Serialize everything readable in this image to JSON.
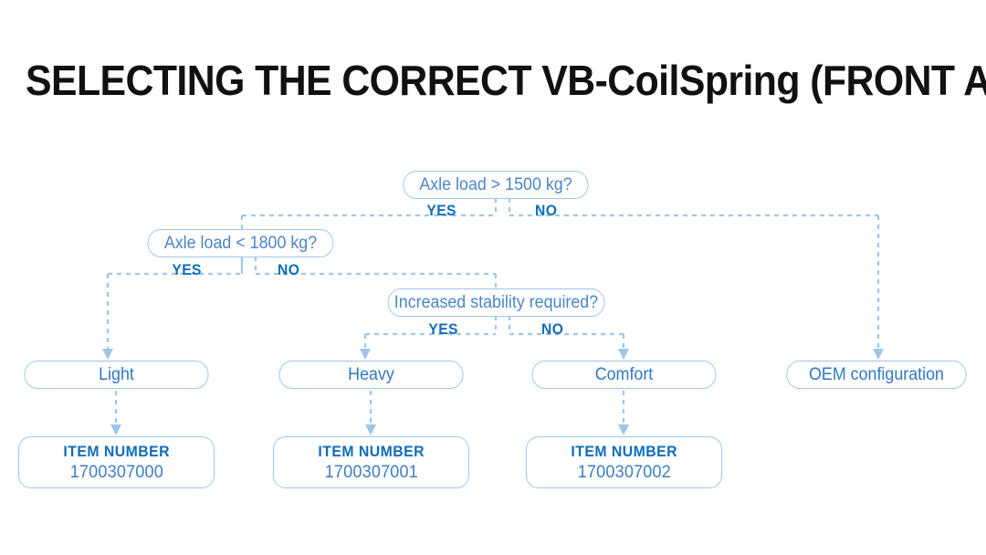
{
  "page": {
    "title": "SELECTING THE CORRECT VB-CoilSpring (FRONT AXLE)",
    "background_color": "#ffffff",
    "line_color": "#9ec6e8",
    "border_color": "#9ec6e8",
    "question_text_color": "#4a86c8",
    "result_text_color": "#2f78c4",
    "yesno_color": "#0f6dbb",
    "title_color": "#111111"
  },
  "flowchart": {
    "type": "decision-tree",
    "decisions": [
      {
        "id": "q1",
        "text": "Axle load > 1500 kg?",
        "yes_label": "YES",
        "no_label": "NO",
        "yes_target": "q2",
        "no_target": "oem"
      },
      {
        "id": "q2",
        "text": "Axle load < 1800 kg?",
        "yes_label": "YES",
        "no_label": "NO",
        "yes_target": "light",
        "no_target": "q3"
      },
      {
        "id": "q3",
        "text": "Increased stability required?",
        "yes_label": "YES",
        "no_label": "NO",
        "yes_target": "heavy",
        "no_target": "comfort"
      }
    ],
    "results": [
      {
        "id": "light",
        "text": "Light"
      },
      {
        "id": "heavy",
        "text": "Heavy"
      },
      {
        "id": "comfort",
        "text": "Comfort"
      },
      {
        "id": "oem",
        "text": "OEM configuration"
      }
    ],
    "item_numbers": [
      {
        "id": "item1",
        "label": "ITEM NUMBER",
        "number": "1700307000",
        "from": "light"
      },
      {
        "id": "item2",
        "label": "ITEM NUMBER",
        "number": "1700307001",
        "from": "heavy"
      },
      {
        "id": "item3",
        "label": "ITEM NUMBER",
        "number": "1700307002",
        "from": "comfort"
      }
    ]
  }
}
